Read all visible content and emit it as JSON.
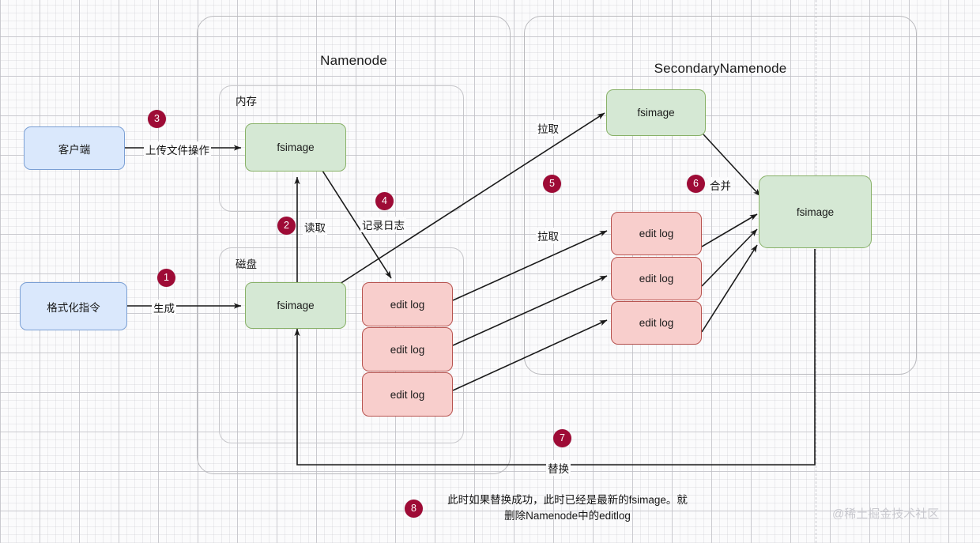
{
  "diagram": {
    "title": "HDFS Namenode / SecondaryNamenode fsimage checkpoint flow",
    "groups": {
      "namenode": {
        "label": "Namenode"
      },
      "secondary": {
        "label": "SecondaryNamenode"
      },
      "memory": {
        "label": "内存"
      },
      "disk": {
        "label": "磁盘"
      }
    },
    "nodes": {
      "client": {
        "label": "客户端"
      },
      "format_cmd": {
        "label": "格式化指令"
      },
      "mem_fsimage": {
        "label": "fsimage"
      },
      "disk_fsimage": {
        "label": "fsimage"
      },
      "nn_editlog_1": {
        "label": "edit log"
      },
      "nn_editlog_2": {
        "label": "edit log"
      },
      "nn_editlog_3": {
        "label": "edit log"
      },
      "snn_fsimage": {
        "label": "fsimage"
      },
      "snn_editlog_1": {
        "label": "edit log"
      },
      "snn_editlog_2": {
        "label": "edit log"
      },
      "snn_editlog_3": {
        "label": "edit log"
      },
      "merged_fsimage": {
        "label": "fsimage"
      }
    },
    "steps": [
      {
        "n": "1",
        "label": "生成"
      },
      {
        "n": "2",
        "label": "读取"
      },
      {
        "n": "3",
        "label": "上传文件操作"
      },
      {
        "n": "4",
        "label": "记录日志"
      },
      {
        "n": "5",
        "label": "拉取"
      },
      {
        "n": "6",
        "label": "合并"
      },
      {
        "n": "7",
        "label": "替换"
      },
      {
        "n": "8",
        "label": "此时如果替换成功，此时已经是最新的fsimage。就\n删除Namenode中的editlog"
      }
    ],
    "edge_labels": {
      "pull_top": "拉取",
      "pull_bottom": "拉取"
    },
    "watermark": "@稀土掘金技术社区",
    "colors": {
      "badge": "#9e0b36",
      "blue_fill": "#dae8fc",
      "blue_stroke": "#7a9fd4",
      "green_fill": "#d5e8d4",
      "green_stroke": "#88b168",
      "red_fill": "#f8cecc",
      "red_stroke": "#b85450",
      "group_stroke": "#b9b9bd",
      "arrow": "#1a1a1a",
      "grid": "#a5a5ac"
    }
  }
}
